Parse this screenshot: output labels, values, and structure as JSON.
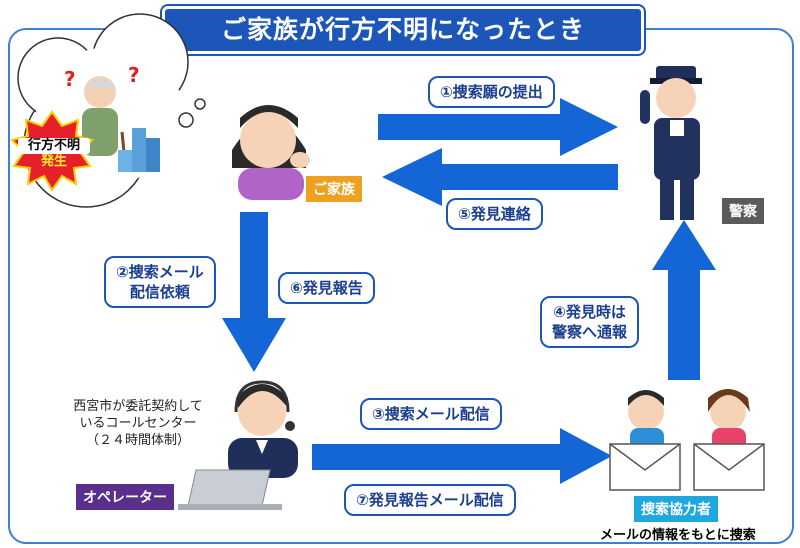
{
  "title": "ご家族が行方不明になったとき",
  "steps": {
    "s1": "①捜索願の提出",
    "s5": "⑤発見連絡",
    "s2_line1": "②捜索メール",
    "s2_line2": "配信依頼",
    "s6": "⑥発見報告",
    "s3": "③捜索メール配信",
    "s7": "⑦発見報告メール配信",
    "s4_line1": "④発見時は",
    "s4_line2": "警察へ通報"
  },
  "actors": {
    "family": "ご家族",
    "police": "警察",
    "operator": "オペレーター",
    "cooperators": "捜索協力者"
  },
  "badge": {
    "line1": "行方不明",
    "line2": "発生"
  },
  "callcenter": {
    "line1": "西宮市が委託契約して",
    "line2": "いるコールセンター",
    "line3": "（２４時間体制）"
  },
  "caption": "メールの情報をもとに捜索",
  "colors": {
    "arrow": "#1466d6",
    "title_bg": "#1b56b8",
    "family_tag": "#f0a020",
    "police_tag": "#5b5b5b",
    "operator_tag": "#5a2f8c",
    "coop_tag": "#1fa8e0",
    "badge": "#e5202a"
  }
}
